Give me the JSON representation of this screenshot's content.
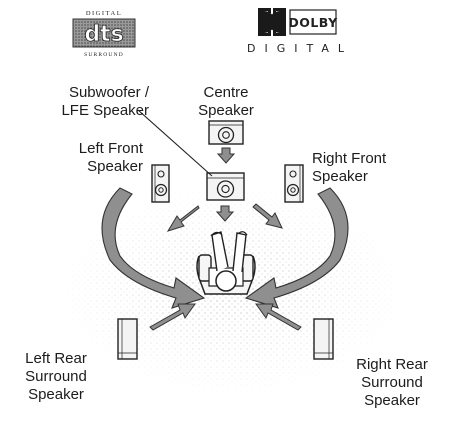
{
  "logos": {
    "dts": {
      "top_text": "DIGITAL",
      "mark_text": "dts",
      "bottom_text": "SURROUND"
    },
    "dolby": {
      "brand_text": "DOLBY",
      "sub_text": "DIGITAL"
    }
  },
  "labels": {
    "subwoofer": [
      "Subwoofer /",
      "LFE Speaker"
    ],
    "centre": [
      "Centre",
      "Speaker"
    ],
    "left_front": [
      "Left Front",
      "Speaker"
    ],
    "right_front": [
      "Right Front",
      "Speaker"
    ],
    "left_rear": [
      "Left Rear",
      "Surround",
      "Speaker"
    ],
    "right_rear": [
      "Right Rear",
      "Surround",
      "Speaker"
    ]
  },
  "colors": {
    "speaker_fill": "#f4f4f4",
    "stroke": "#222222",
    "arrow_fill": "#8f8f8f",
    "stipple": "#b8b8b8"
  }
}
